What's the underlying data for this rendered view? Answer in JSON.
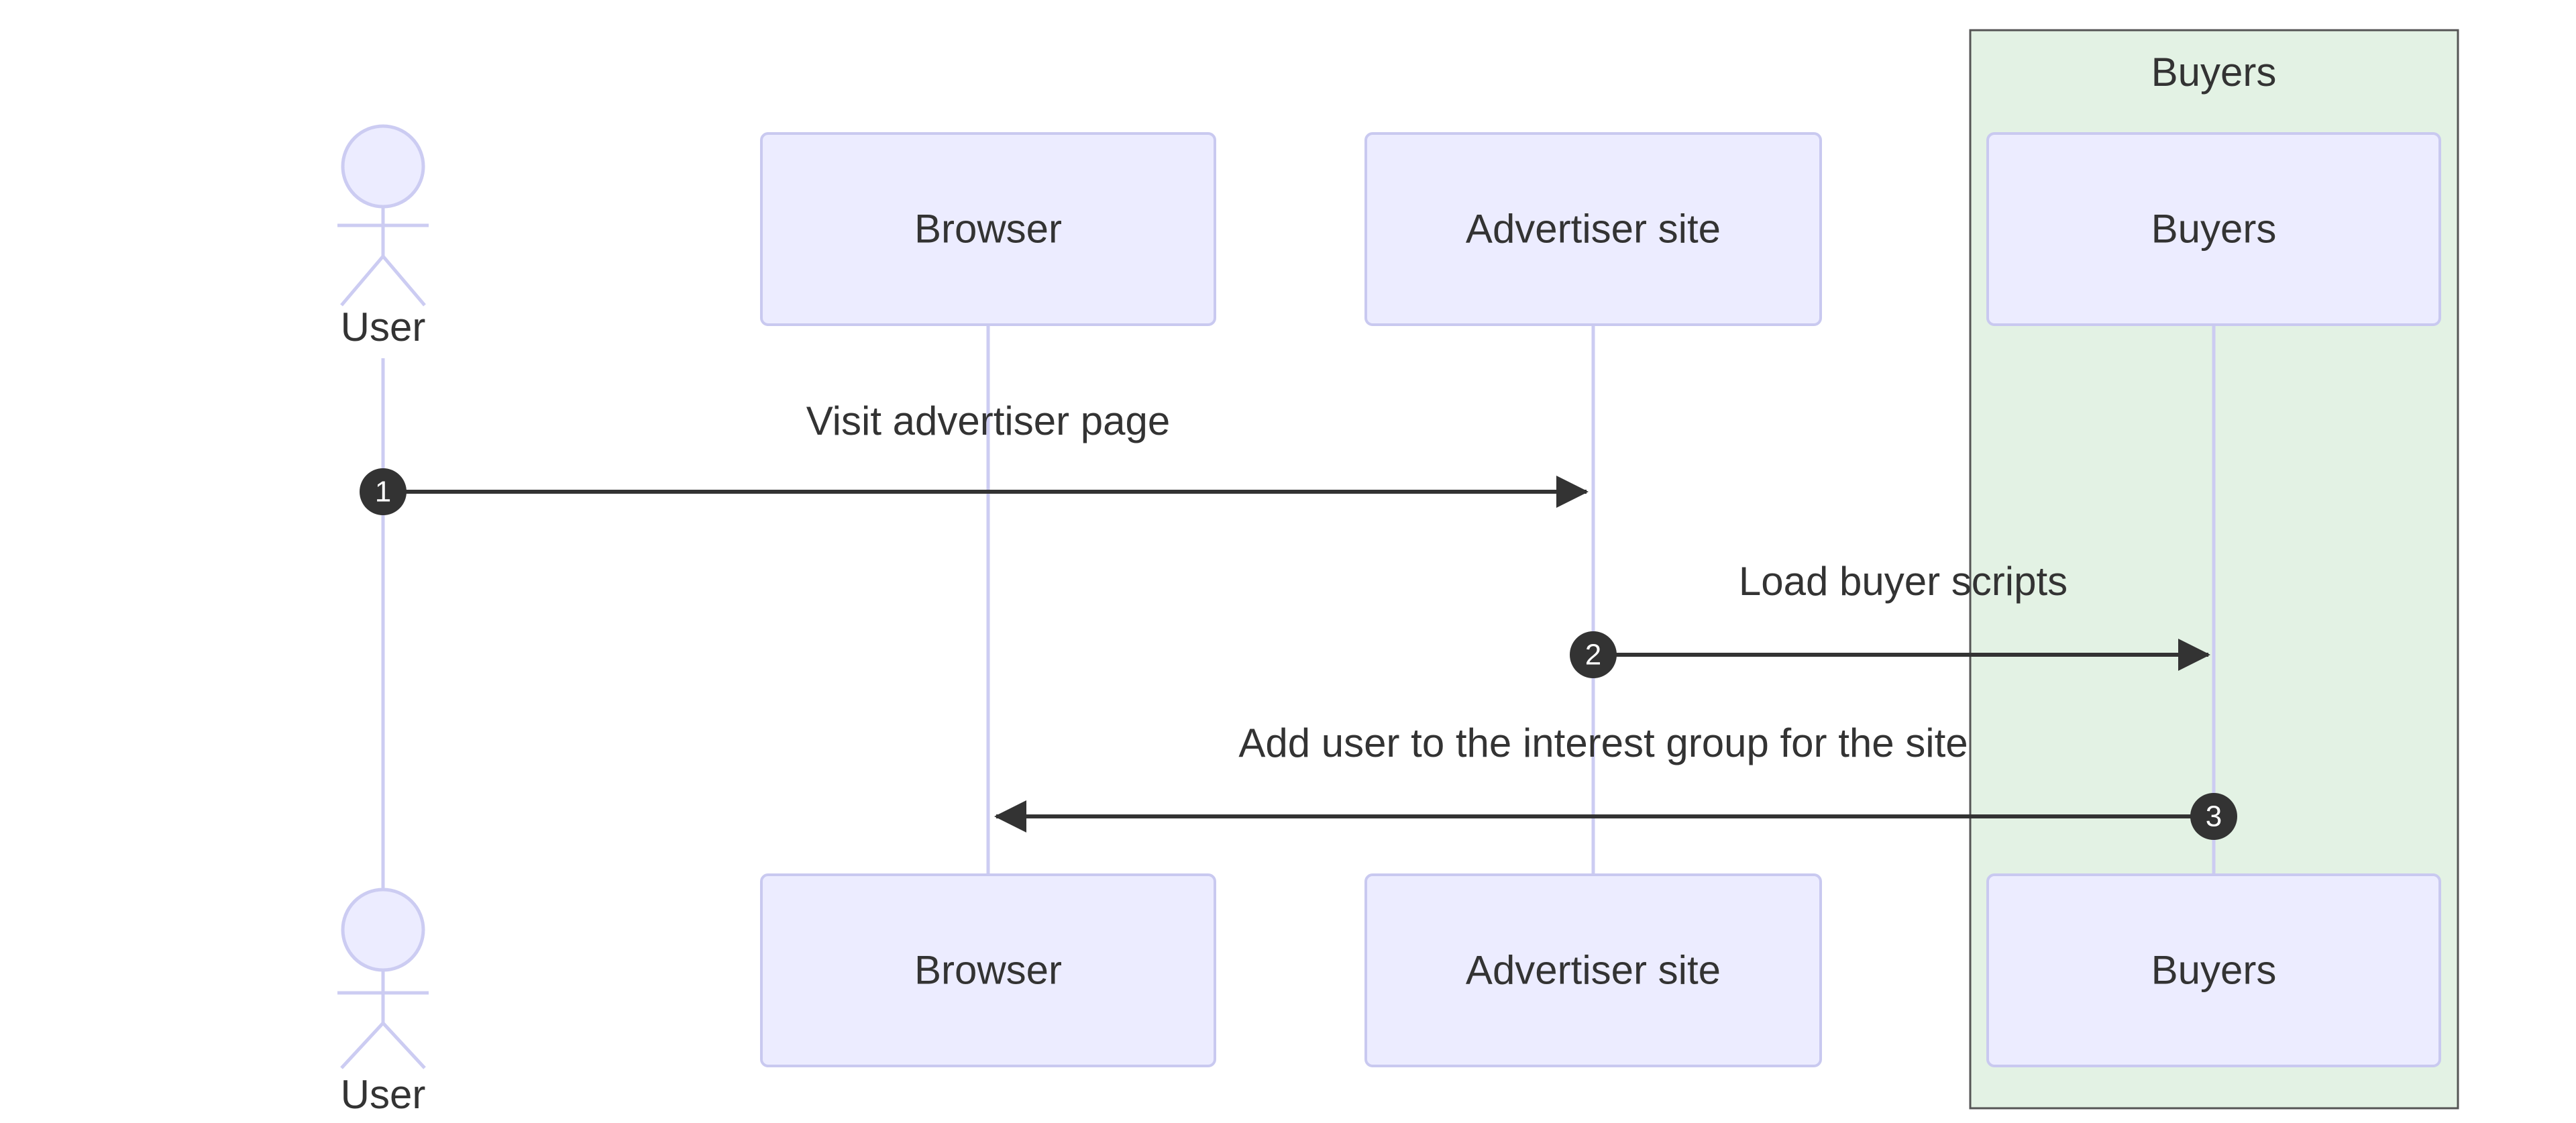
{
  "diagram": {
    "type": "sequence",
    "colors": {
      "node_fill": "#ECECFF",
      "node_border": "#C9C9F0",
      "lifeline": "#CCCCF2",
      "group_fill": "#E3F2E4",
      "group_border": "#555555",
      "arrow": "#333333",
      "number_bg": "#333333",
      "number_text": "#ffffff",
      "text": "#333333"
    },
    "actor": {
      "label": "User"
    },
    "participants": [
      {
        "label": "Browser"
      },
      {
        "label": "Advertiser site"
      },
      {
        "label": "Buyers"
      }
    ],
    "group": {
      "label": "Buyers"
    },
    "messages": [
      {
        "number": "1",
        "label": "Visit advertiser page",
        "from": "User",
        "to": "Advertiser site"
      },
      {
        "number": "2",
        "label": "Load buyer scripts",
        "from": "Advertiser site",
        "to": "Buyers"
      },
      {
        "number": "3",
        "label": "Add user to the interest group for the site",
        "from": "Buyers",
        "to": "Browser"
      }
    ]
  }
}
